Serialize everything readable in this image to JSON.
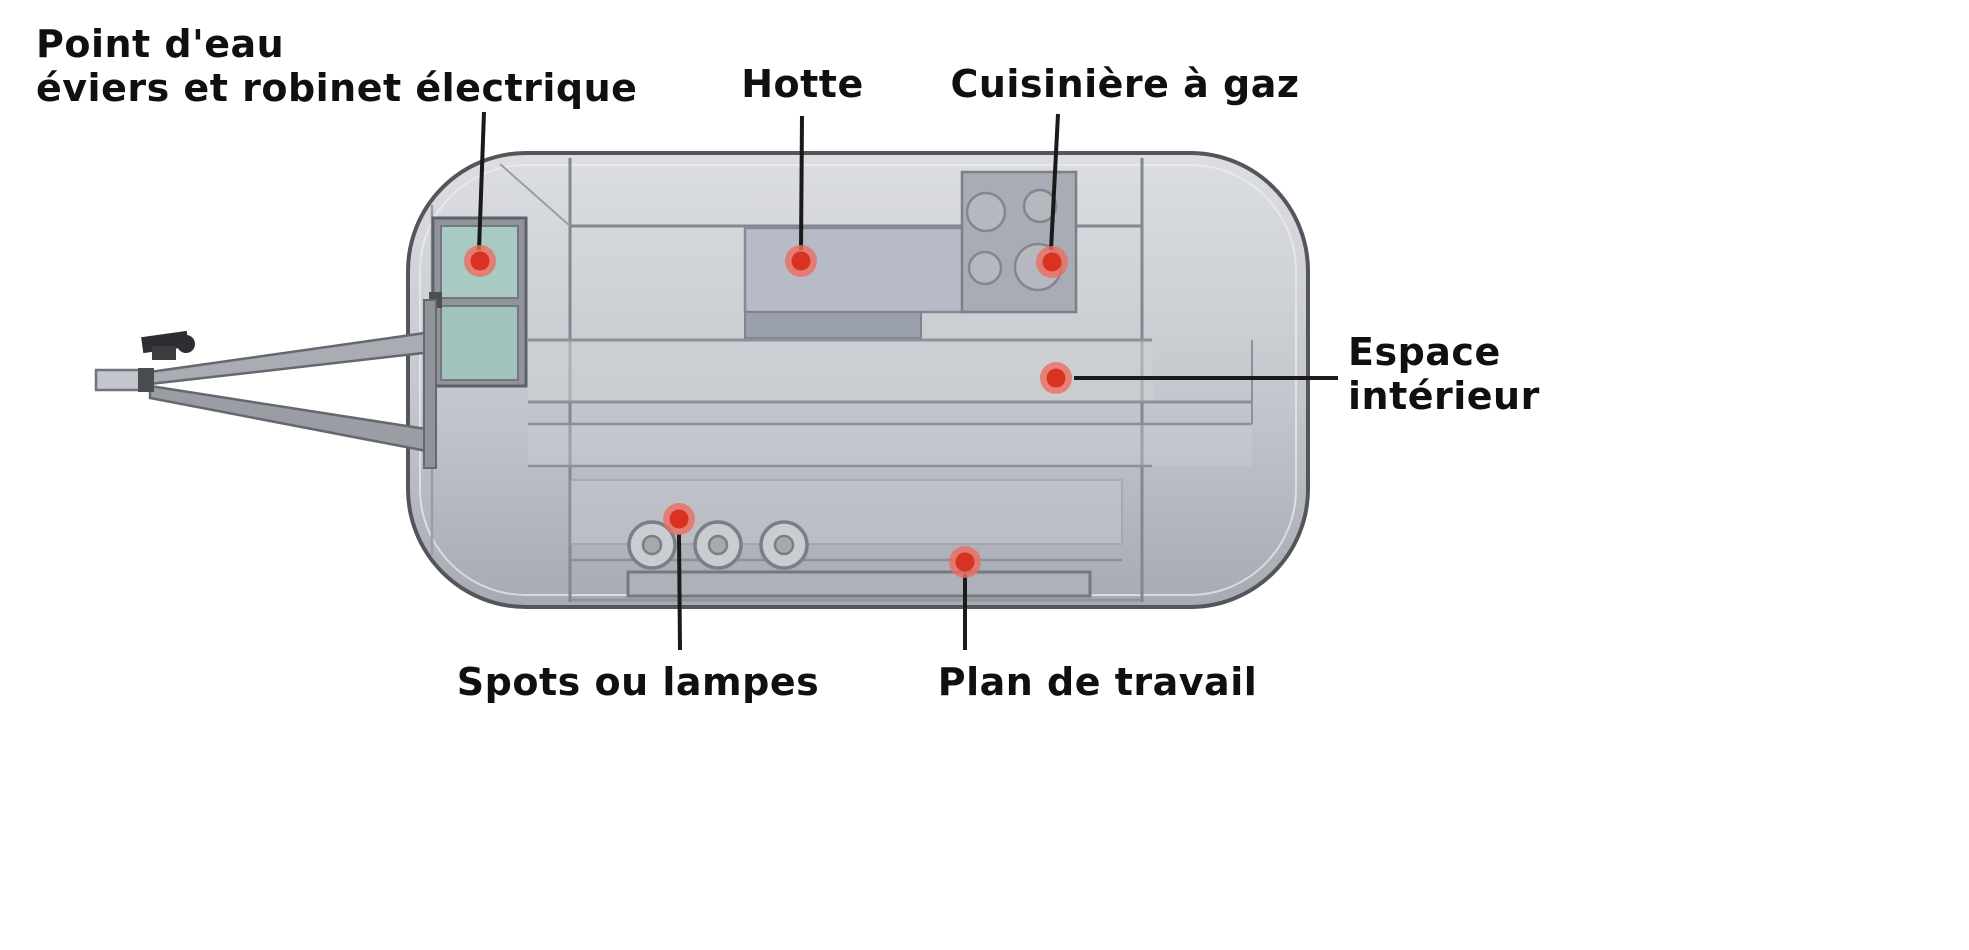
{
  "labels": {
    "point_eau": {
      "line1": "Point d'eau",
      "line2": "éviers et robinet électrique"
    },
    "hotte": {
      "text": "Hotte"
    },
    "cuisiniere": {
      "text": "Cuisinière à gaz"
    },
    "espace": {
      "line1": "Espace",
      "line2": "intérieur"
    },
    "spots": {
      "text": "Spots ou lampes"
    },
    "plan": {
      "text": "Plan de travail"
    }
  },
  "colors": {
    "marker": "#d93122",
    "marker_halo": "#ee6d5f",
    "connector_line": "#1a1a1a",
    "label_text": "#101010",
    "window_glass": "#a9c9c3",
    "trailer_body": "#c6c9cf"
  }
}
